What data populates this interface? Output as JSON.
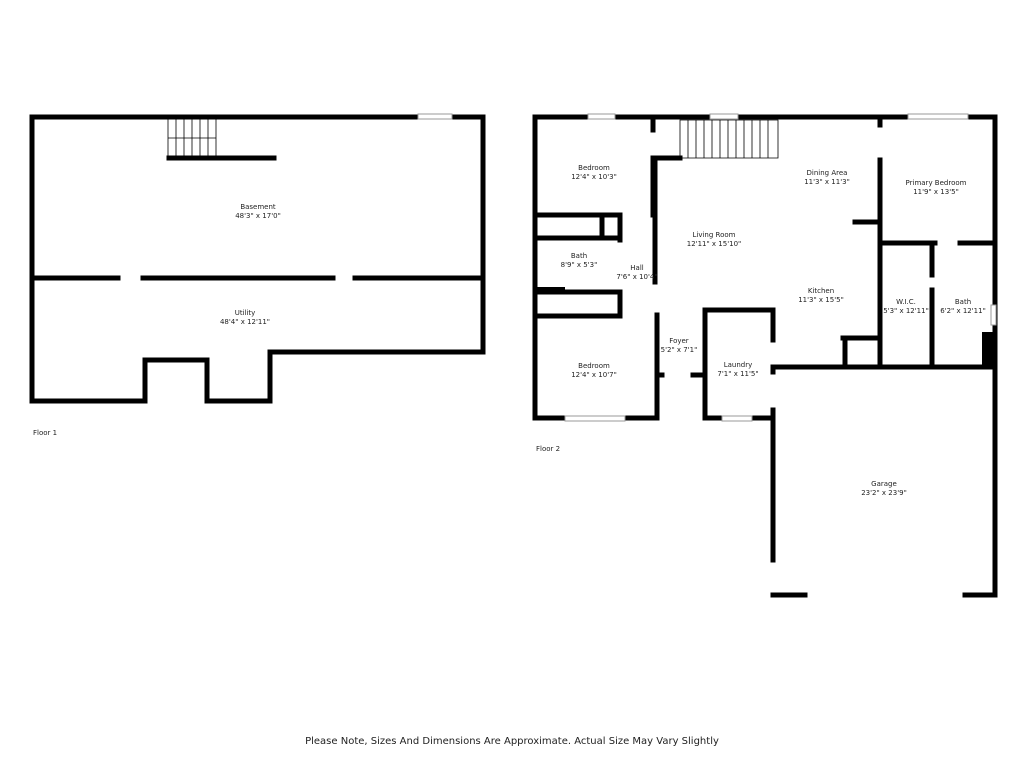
{
  "floor1": {
    "label": "Floor 1",
    "rooms": [
      {
        "name": "Basement",
        "size": "48'3\" x 17'0\""
      },
      {
        "name": "Utility",
        "size": "48'4\" x 12'11\""
      }
    ]
  },
  "floor2": {
    "label": "Floor 2",
    "rooms": [
      {
        "name": "Bedroom",
        "size": "12'4\" x 10'3\""
      },
      {
        "name": "Bath",
        "size": "8'9\" x 5'3\""
      },
      {
        "name": "Hall",
        "size": "7'6\" x 10'4\""
      },
      {
        "name": "Bedroom",
        "size": "12'4\" x 10'7\""
      },
      {
        "name": "Living Room",
        "size": "12'11\" x 15'10\""
      },
      {
        "name": "Foyer",
        "size": "5'2\" x 7'1\""
      },
      {
        "name": "Laundry",
        "size": "7'1\" x 11'5\""
      },
      {
        "name": "Dining Area",
        "size": "11'3\" x 11'3\""
      },
      {
        "name": "Kitchen",
        "size": "11'3\" x 15'5\""
      },
      {
        "name": "Primary Bedroom",
        "size": "11'9\" x 13'5\""
      },
      {
        "name": "W.I.C.",
        "size": "5'3\" x 12'11\""
      },
      {
        "name": "Bath",
        "size": "6'2\" x 12'11\""
      },
      {
        "name": "Garage",
        "size": "23'2\" x 23'9\""
      }
    ]
  },
  "note": "Please Note, Sizes And Dimensions Are Approximate. Actual Size May Vary Slightly"
}
